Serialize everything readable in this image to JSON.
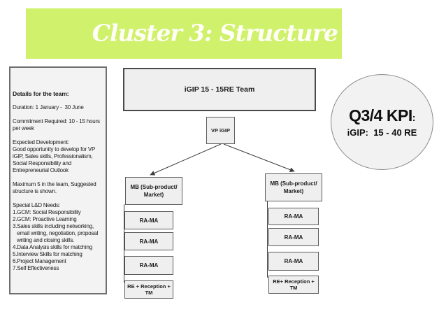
{
  "theme": {
    "banner-green": "#cff16c",
    "title-color": "#fffef7",
    "line-color": "#3c3c3c"
  },
  "title": {
    "text": "Cluster 3: Structure"
  },
  "sidebar": {
    "heading": "Details for the team:",
    "body": "Duration: 1 January -  30 June\n\nCommitment Required: 10 - 15 hours\nper week\n\nExpected Development:\nGood opportunity to develop for VP\niGIP, Sales skills, Professionalism,\nSocial Responsibility and\nEntrepreneurial Outlook\n\nMaximum 5 in the team, Suggested\nstructure is shown.\n\nSpecial L&D Needs:\n1.GCM: Social Responsibility\n2.GCM: Proactive Learning\n3.Sales skills including networking,\n   email writing, negotiation, proposal\n   writing and closing skills.\n4.Data Analysis skills for matching\n5.Interview Skills for matching\n6.Project Management\n7.Self Effectiveness"
  },
  "org": {
    "team_label": "iGIP 15 - 15RE Team",
    "vp_label": "VP iGIP",
    "left": {
      "mb_label": "MB (Sub-product/\nMarket)",
      "rama": [
        "RA-MA",
        "RA-MA",
        "RA-MA"
      ],
      "re_label": "RE + Reception +\nTM"
    },
    "right": {
      "mb_label": "MB (Sub-product/\nMarket)",
      "rama": [
        "RA-MA",
        "RA-MA",
        "RA-MA"
      ],
      "re_label": "RE+ Reception +\nTM"
    }
  },
  "kpi": {
    "title": "Q3/4 KPI",
    "colon": ":",
    "value": "iGIP:  15 - 40 RE"
  }
}
